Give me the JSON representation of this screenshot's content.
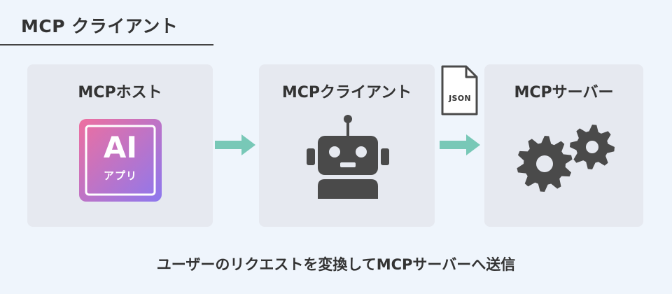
{
  "header": {
    "title": "MCP クライアント"
  },
  "nodes": {
    "host": {
      "label": "MCPホスト",
      "icon": "ai-app-icon",
      "icon_text": "AI",
      "icon_subtext": "アプリ"
    },
    "client": {
      "label": "MCPクライアント",
      "icon": "robot-icon"
    },
    "server": {
      "label": "MCPサーバー",
      "icon": "gears-icon"
    }
  },
  "connectors": {
    "host_to_client": {
      "icon": "arrow-right-icon"
    },
    "client_to_server": {
      "icon": "arrow-right-icon",
      "payload_label": "JSON",
      "payload_icon": "document-icon"
    }
  },
  "caption": "ユーザーのリクエストを変換してMCPサーバーへ送信",
  "colors": {
    "background": "#eff5fc",
    "box": "#e6e9f0",
    "text": "#333333",
    "arrow": "#78c8b7",
    "icon_dark": "#4a4a4a",
    "ai_gradient_start": "#ee6f9f",
    "ai_gradient_end": "#8d78ee"
  }
}
